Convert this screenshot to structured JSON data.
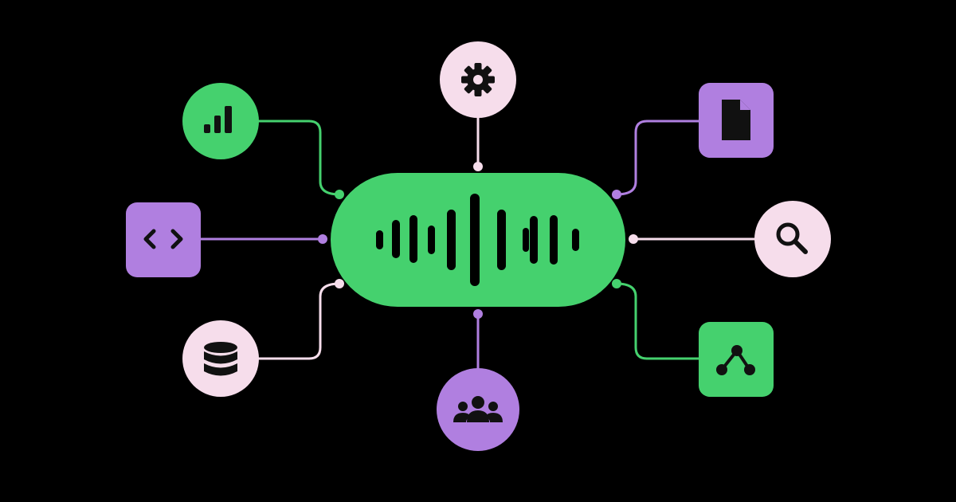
{
  "colors": {
    "background": "#000000",
    "green": "#45D16E",
    "purple": "#B07FE0",
    "pink": "#F6DDEB",
    "glyph": "#111111"
  },
  "hub": {
    "name": "audio-waveform-hub",
    "icon": "waveform-icon",
    "color": "green"
  },
  "nodes": [
    {
      "name": "analytics-node",
      "icon": "bar-chart-icon",
      "shape": "circle",
      "color": "green",
      "connector": "green"
    },
    {
      "name": "settings-node",
      "icon": "gear-icon",
      "shape": "circle",
      "color": "pink",
      "connector": "pink"
    },
    {
      "name": "document-node",
      "icon": "document-icon",
      "shape": "rounded-square",
      "color": "purple",
      "connector": "purple"
    },
    {
      "name": "code-node",
      "icon": "code-brackets-icon",
      "shape": "rounded-square",
      "color": "purple",
      "connector": "purple"
    },
    {
      "name": "search-node",
      "icon": "search-icon",
      "shape": "circle",
      "color": "pink",
      "connector": "pink"
    },
    {
      "name": "database-node",
      "icon": "database-icon",
      "shape": "circle",
      "color": "pink",
      "connector": "pink"
    },
    {
      "name": "team-node",
      "icon": "users-icon",
      "shape": "circle",
      "color": "purple",
      "connector": "purple"
    },
    {
      "name": "share-node",
      "icon": "share-icon",
      "shape": "rounded-square",
      "color": "green",
      "connector": "green"
    }
  ]
}
